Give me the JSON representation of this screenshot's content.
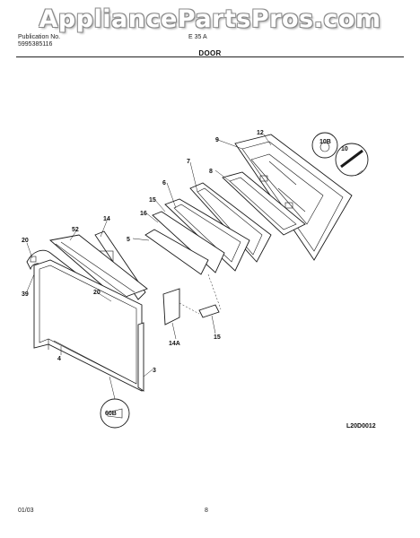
{
  "watermark": "AppliancePartsPros.com",
  "header": {
    "publication_label": "Publication No.",
    "publication_number": "5995385116",
    "model": "E 35 A",
    "section_title": "DOOR"
  },
  "callouts": {
    "c20_top": "20",
    "c52": "52",
    "c14": "14",
    "c5": "5",
    "c16": "16",
    "c15_top": "15",
    "c6": "6",
    "c7": "7",
    "c8": "8",
    "c9": "9",
    "c12": "12",
    "c10b": "10B",
    "c10": "10",
    "c39": "39",
    "c20_mid": "20",
    "c4": "4",
    "c3": "3",
    "c14a": "14A",
    "c15_bot": "15",
    "c60b": "60B"
  },
  "diagram_code": "L20D0012",
  "footer": {
    "date": "01/03",
    "page": "8"
  }
}
